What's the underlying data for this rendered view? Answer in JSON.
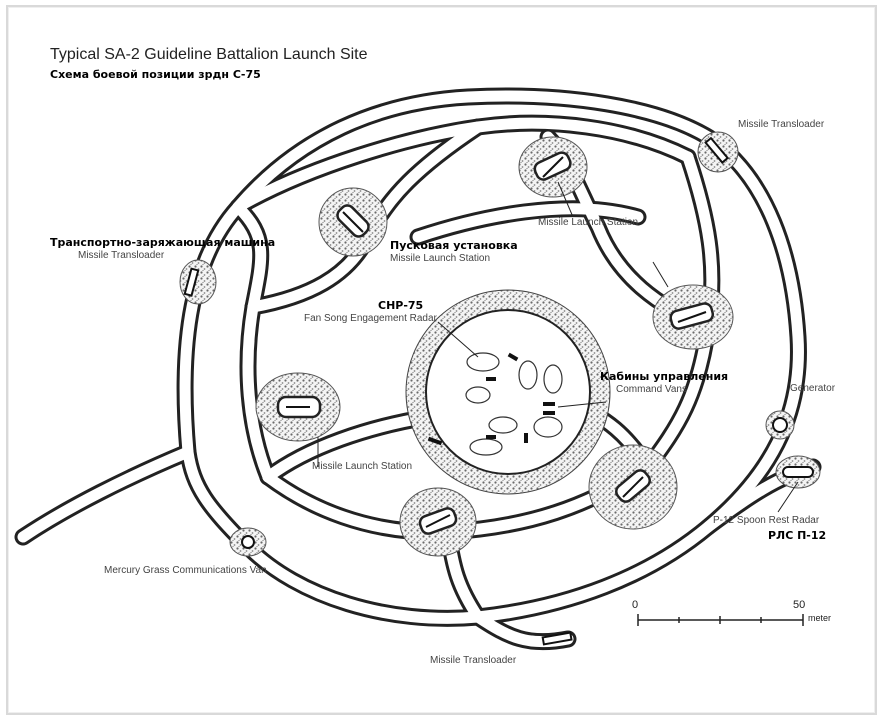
{
  "title": "Typical SA-2 Guideline Battalion Launch Site",
  "subtitle": "Схема боевой позиции зрдн С-75",
  "labels": {
    "transloader_ne": "Missile Transloader",
    "launch_station_n": "Missile Launch Station",
    "transloader_w_ru": "Транспортно-заряжающая машина",
    "transloader_w_en": "Missile Transloader",
    "launcher_ru": "Пусковая установка",
    "launch_station_c_en": "Missile Launch Station",
    "radar_ru": "СНР-75",
    "radar_en": "Fan Song Engagement Radar",
    "vans_ru": "Кабины управления",
    "vans_en": "Command Vans",
    "generator": "Generator",
    "launch_station_sw": "Missile Launch Station",
    "p12_en": "P-12 Spoon Rest Radar",
    "p12_ru": "РЛС П-12",
    "comms_van": "Mercury Grass Communications Van",
    "transloader_s": "Missile Transloader"
  },
  "scale": {
    "start": "0",
    "end": "50",
    "unit": "meter"
  },
  "colors": {
    "ink": "#222222",
    "berm": "#8a8a8a",
    "paper": "#ffffff"
  }
}
